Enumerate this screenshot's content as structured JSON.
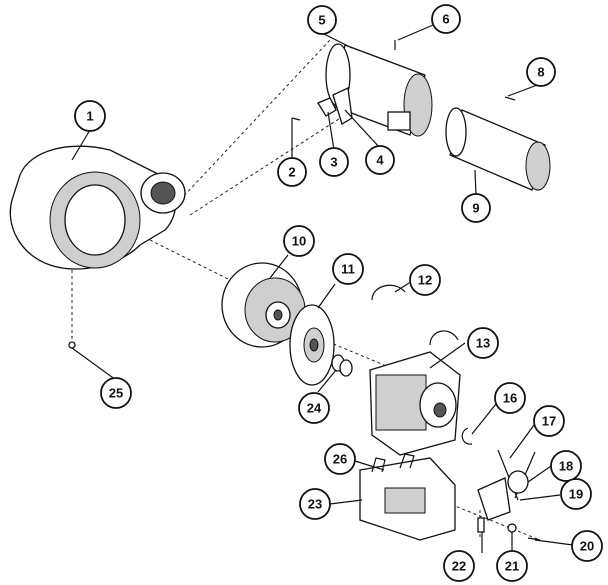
{
  "diagram": {
    "callouts": [
      "1",
      "2",
      "3",
      "4",
      "5",
      "6",
      "8",
      "9",
      "10",
      "11",
      "12",
      "13",
      "16",
      "17",
      "18",
      "19",
      "20",
      "21",
      "22",
      "23",
      "24",
      "25",
      "26"
    ]
  }
}
